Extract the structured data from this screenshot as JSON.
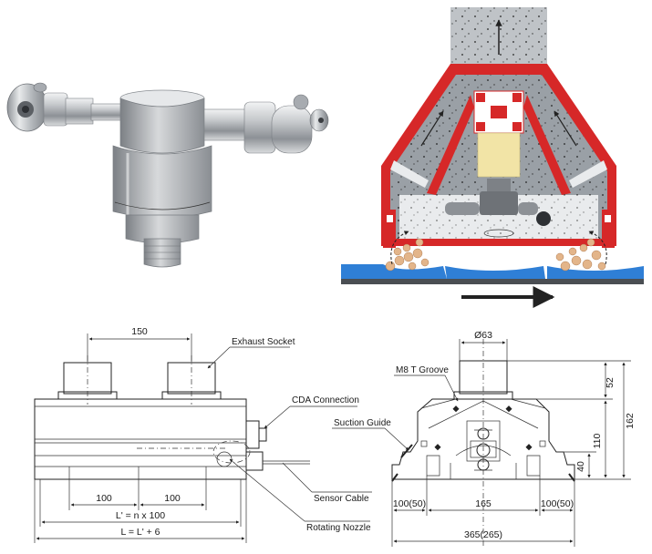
{
  "side_view": {
    "dim_top": "150",
    "dim_100_a": "100",
    "dim_100_b": "100",
    "dim_l_prime": "L' = n x 100",
    "dim_l": "L = L' + 6",
    "callout_exhaust": "Exhaust Socket",
    "callout_cda": "CDA Connection",
    "callout_sensor": "Sensor Cable",
    "callout_nozzle": "Rotating Nozzle"
  },
  "end_view": {
    "dim_dia": "Ø63",
    "callout_groove": "M8 T Groove",
    "callout_guide": "Suction Guide",
    "dim_52": "52",
    "dim_162": "162",
    "dim_110": "110",
    "dim_40": "40",
    "dim_left": "100(50)",
    "dim_mid": "165",
    "dim_right": "100(50)",
    "dim_total": "365(265)"
  },
  "colors": {
    "steel": "#b8bcc0",
    "housing_red": "#d62828",
    "ceiling_gray": "#9aa0a6",
    "sensor_yellow": "#f2e4a6",
    "floor_blue": "#2f7fd6"
  }
}
